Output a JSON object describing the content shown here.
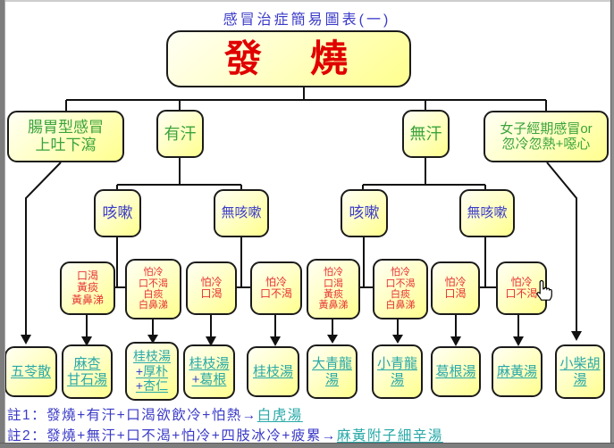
{
  "title": "感冒治症簡易圖表(一)",
  "root": {
    "label": "發　燒"
  },
  "level2": [
    {
      "lines": [
        "腸胃型感冒",
        "上吐下瀉"
      ]
    },
    {
      "lines": [
        "有汗"
      ]
    },
    {
      "lines": [
        "無汗"
      ]
    },
    {
      "lines": [
        "女子經期感冒or",
        "忽冷忽熱+噁心"
      ]
    }
  ],
  "level3": [
    {
      "lines": [
        "咳嗽"
      ]
    },
    {
      "lines": [
        "無咳嗽"
      ]
    },
    {
      "lines": [
        "咳嗽"
      ]
    },
    {
      "lines": [
        "無咳嗽"
      ]
    }
  ],
  "symptoms": [
    {
      "lines": [
        "口渴",
        "黃痰",
        "黃鼻涕"
      ]
    },
    {
      "lines": [
        "怕冷",
        "口不渴",
        "白痰",
        "白鼻涕"
      ]
    },
    {
      "lines": [
        "怕冷",
        "口渴"
      ]
    },
    {
      "lines": [
        "怕冷",
        "口不渴"
      ]
    },
    {
      "lines": [
        "怕冷",
        "口渴",
        "黃痰",
        "黃鼻涕"
      ]
    },
    {
      "lines": [
        "怕冷",
        "口不渴",
        "白痰",
        "白鼻涕"
      ]
    },
    {
      "lines": [
        "怕冷",
        "口渴"
      ]
    },
    {
      "lines": [
        "怕冷",
        "口不渴"
      ]
    }
  ],
  "remedies": [
    {
      "lines": [
        "五苓散"
      ]
    },
    {
      "lines": [
        "麻杏",
        "甘石湯"
      ]
    },
    {
      "lines": [
        "桂枝湯",
        "+厚朴",
        "+杏仁"
      ]
    },
    {
      "lines": [
        "桂枝湯",
        "+葛根"
      ]
    },
    {
      "lines": [
        "桂枝湯"
      ]
    },
    {
      "lines": [
        "大青龍",
        "湯"
      ]
    },
    {
      "lines": [
        "小青龍",
        "湯"
      ]
    },
    {
      "lines": [
        "葛根湯"
      ]
    },
    {
      "lines": [
        "麻黃湯"
      ]
    },
    {
      "lines": [
        "小柴胡",
        "湯"
      ]
    }
  ],
  "notes": [
    {
      "prefix": "註1：",
      "body": "發燒+有汗+口渴欲飲冷+怕熱→",
      "remedy": "白虎湯"
    },
    {
      "prefix": "註2：",
      "body": "發燒+無汗+口不渴+怕冷+四肢冰冷+疲累→",
      "remedy": "麻黃附子細辛湯"
    }
  ],
  "icons": {
    "cursor": "hand-pointer"
  },
  "colors": {
    "title_blue": "#3a3ac8",
    "root_red": "#e00000",
    "branch_green": "#3aa33a",
    "cough_blue": "#3c3cc8",
    "symptom_red": "#e63232",
    "remedy_teal": "#28a8a8",
    "plus_blue": "#3344cc",
    "box_fill_top": "#fffff4",
    "box_fill_bottom": "#ffff8e",
    "line_black": "#111111",
    "frame_gray": "#7d7d7d"
  }
}
